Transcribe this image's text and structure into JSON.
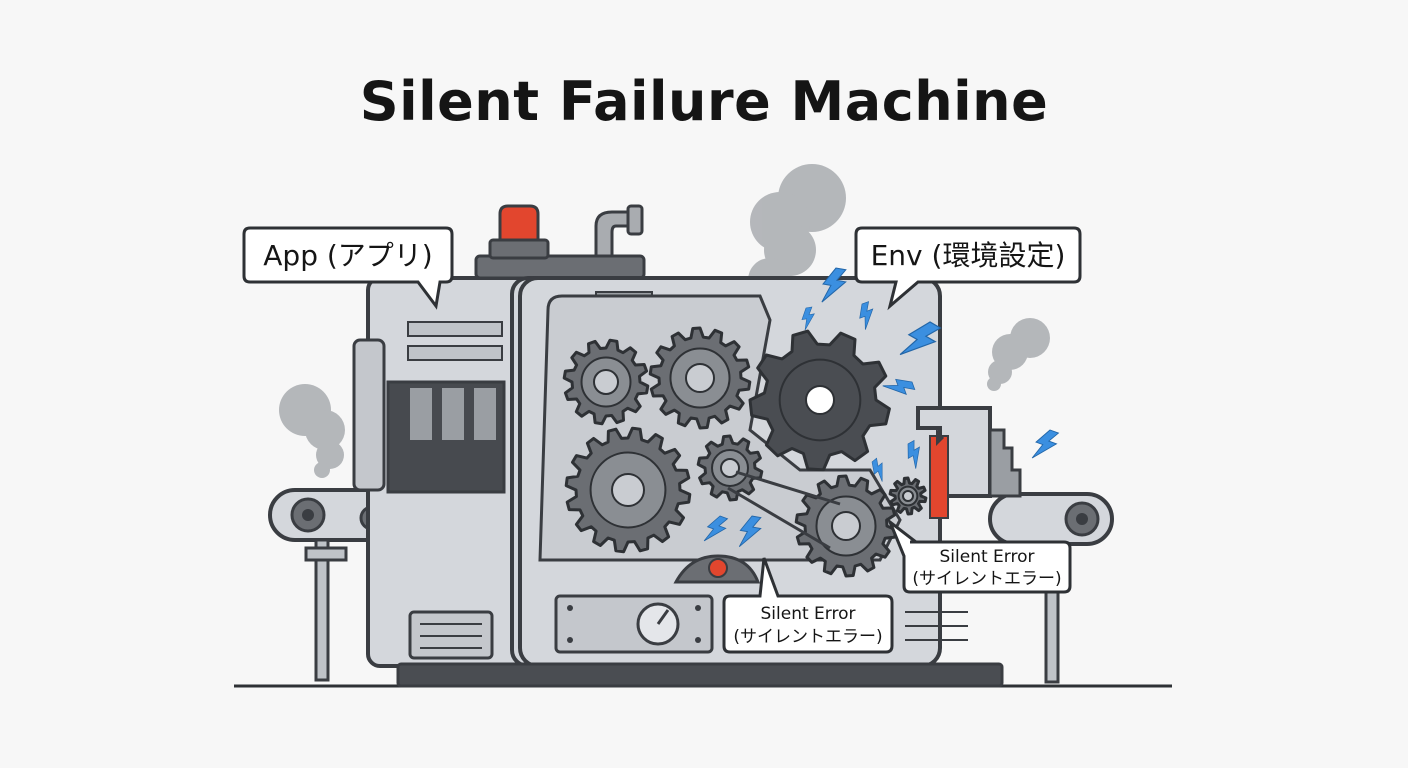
{
  "title": "Silent Failure Machine",
  "labels": {
    "app": "App (アプリ)",
    "env": "Env (環境設定)",
    "silent_error_a_en": "Silent Error",
    "silent_error_a_jp": "(サイレントエラー)",
    "silent_error_b_en": "Silent Error",
    "silent_error_b_jp": "(サイレントエラー)"
  },
  "colors": {
    "machine_body": "#d4d7dc",
    "outline": "#3a3d42",
    "gear": "#6b6e73",
    "gear_dark": "#4a4d52",
    "spark": "#3b8fe0",
    "alarm": "#e2462e",
    "smoke": "#a9acb0"
  },
  "icons": [
    "gear-icon",
    "lightning-icon",
    "smoke-icon",
    "alarm-light-icon",
    "gauge-icon"
  ]
}
